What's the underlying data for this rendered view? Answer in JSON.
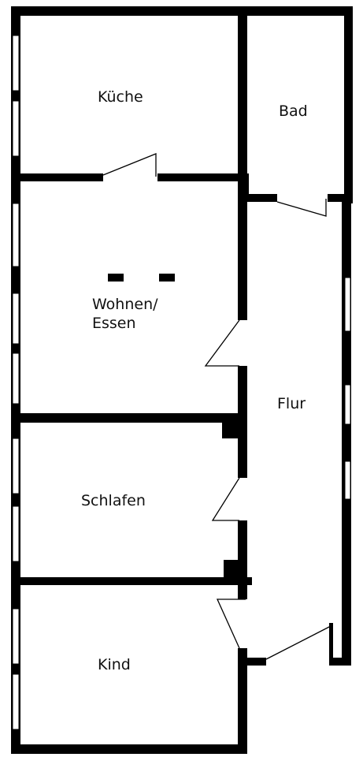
{
  "rooms": {
    "kueche": "Küche",
    "bad": "Bad",
    "wohnen": "Wohnen/\nEssen",
    "flur": "Flur",
    "schlafen": "Schlafen",
    "kind": "Kind"
  }
}
